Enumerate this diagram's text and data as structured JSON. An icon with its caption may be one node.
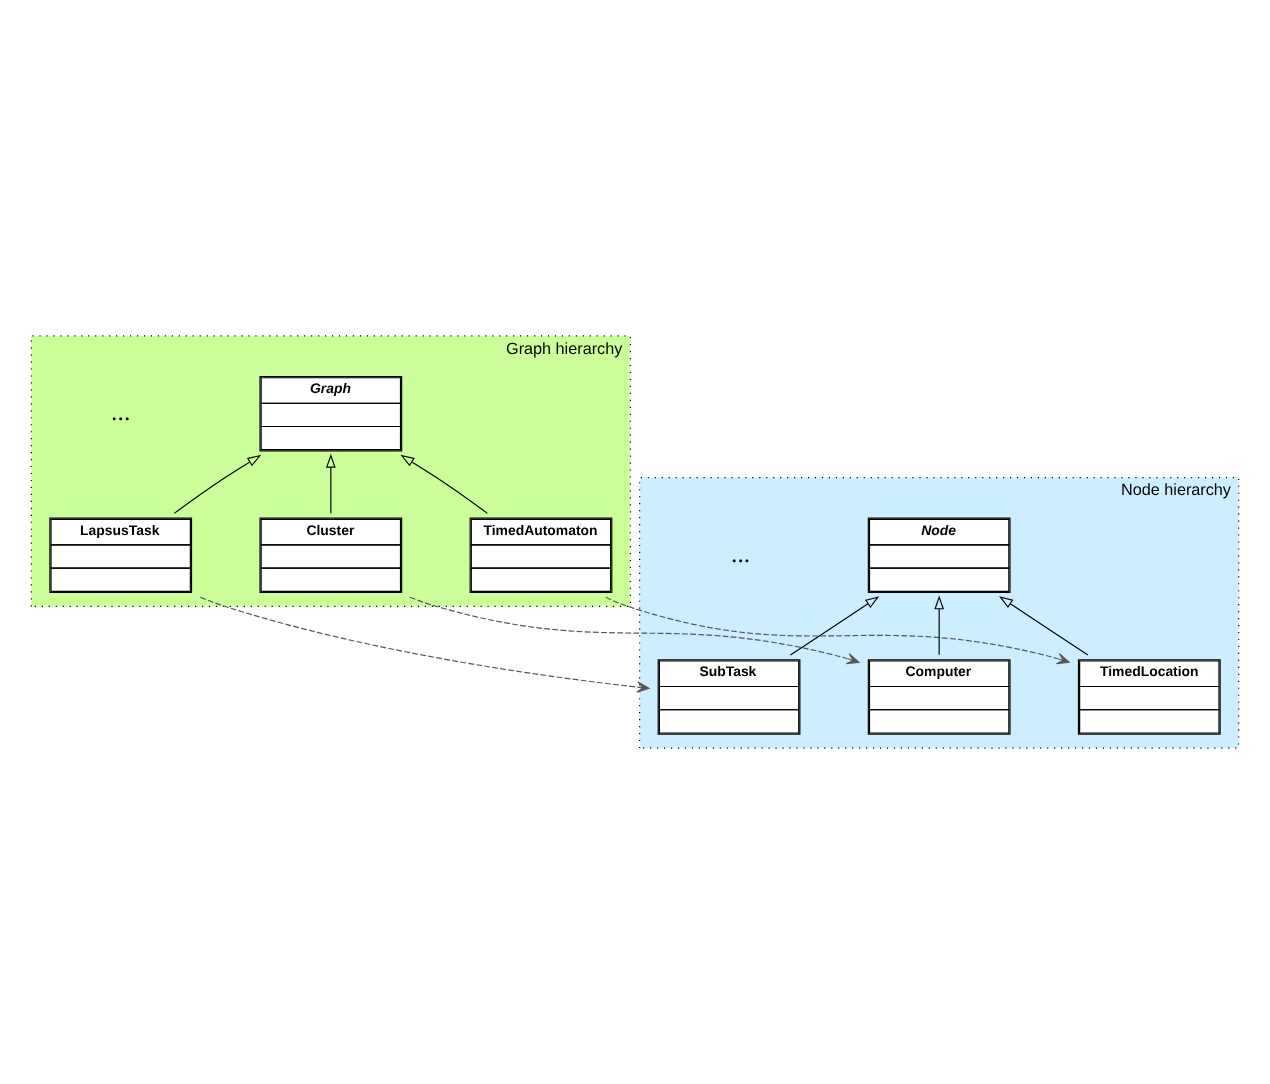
{
  "diagram": {
    "nodes": [
      {
        "text": [
          "Graph hierarchy"
        ]
      },
      {
        "text": [
          "Graph"
        ],
        "in": 0
      },
      {
        "text": [
          "TimedAutomaton"
        ],
        "in": 0
      },
      {
        "text": [
          "LapsusTask"
        ],
        "in": 0
      },
      {
        "text": [
          "Cluster"
        ],
        "in": 0
      },
      {
        "text": [
          "Node hierarchy"
        ]
      },
      {
        "text": [
          "Node"
        ],
        "in": 5
      },
      {
        "text": [
          "TimedLocation"
        ],
        "in": 5
      },
      {
        "text": [
          "SubTask"
        ],
        "in": 5
      },
      {
        "text": [
          "Computer"
        ],
        "in": 5
      }
    ],
    "edges": [
      {
        "from": 2,
        "to": 1,
        "arrow": "to"
      },
      {
        "from": 3,
        "to": 1,
        "arrow": "to"
      },
      {
        "from": 4,
        "to": 1,
        "arrow": "to"
      },
      {
        "from": 7,
        "to": 6,
        "arrow": "to"
      },
      {
        "from": 8,
        "to": 6,
        "arrow": "to"
      },
      {
        "from": 9,
        "to": 6,
        "arrow": "to"
      },
      {
        "from": 2,
        "to": 7,
        "arrow": "to",
        "style": "dashed",
        "color": "#555555"
      },
      {
        "from": 3,
        "to": 8,
        "arrow": "to",
        "style": "dashed",
        "color": "#555555"
      },
      {
        "from": 4,
        "to": 9,
        "arrow": "to",
        "style": "dashed",
        "color": "#555555"
      }
    ],
    "labels": [
      "...",
      "..."
    ]
  }
}
